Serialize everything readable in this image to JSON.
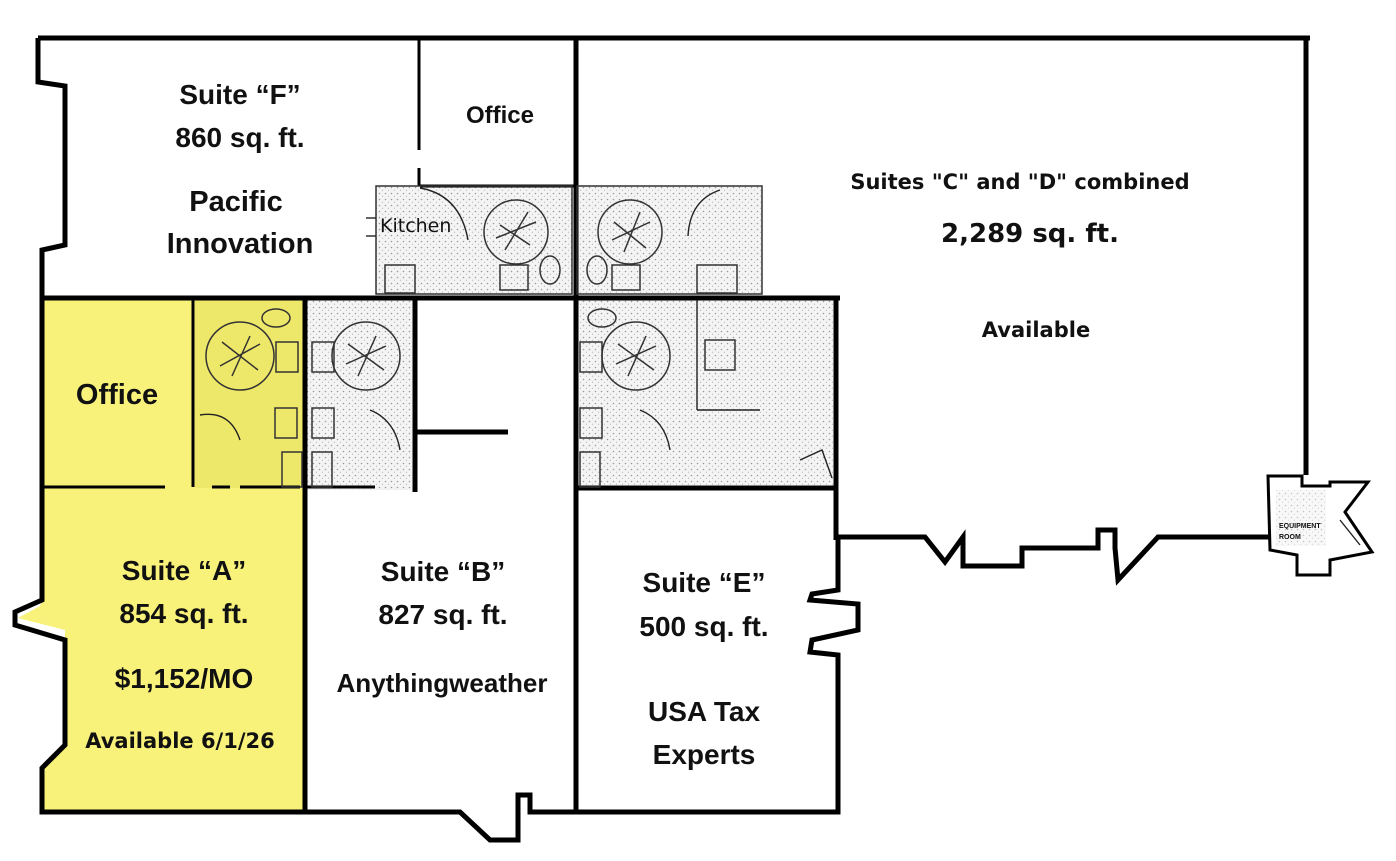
{
  "colors": {
    "highlight": "#f8f27a",
    "wall": "#000000",
    "background": "#ffffff"
  },
  "suites": {
    "f": {
      "title": "Suite “F”",
      "area": "860 sq. ft.",
      "tenant_line1": "Pacific",
      "tenant_line2": "Innovation"
    },
    "f_office": "Office",
    "kitchen": "Kitchen",
    "cd": {
      "title": "Suites \"C\" and \"D\" combined",
      "area": "2,289 sq. ft.",
      "status": "Available"
    },
    "a_office": "Office",
    "a": {
      "title": "Suite “A”",
      "area": "854 sq. ft.",
      "rent": "$1,152/MO",
      "available": "Available 6/1/26"
    },
    "b": {
      "title": "Suite “B”",
      "area": "827 sq. ft.",
      "tenant": "Anythingweather"
    },
    "e": {
      "title": "Suite “E”",
      "area": "500 sq. ft.",
      "tenant_line1": "USA Tax",
      "tenant_line2": "Experts"
    }
  }
}
